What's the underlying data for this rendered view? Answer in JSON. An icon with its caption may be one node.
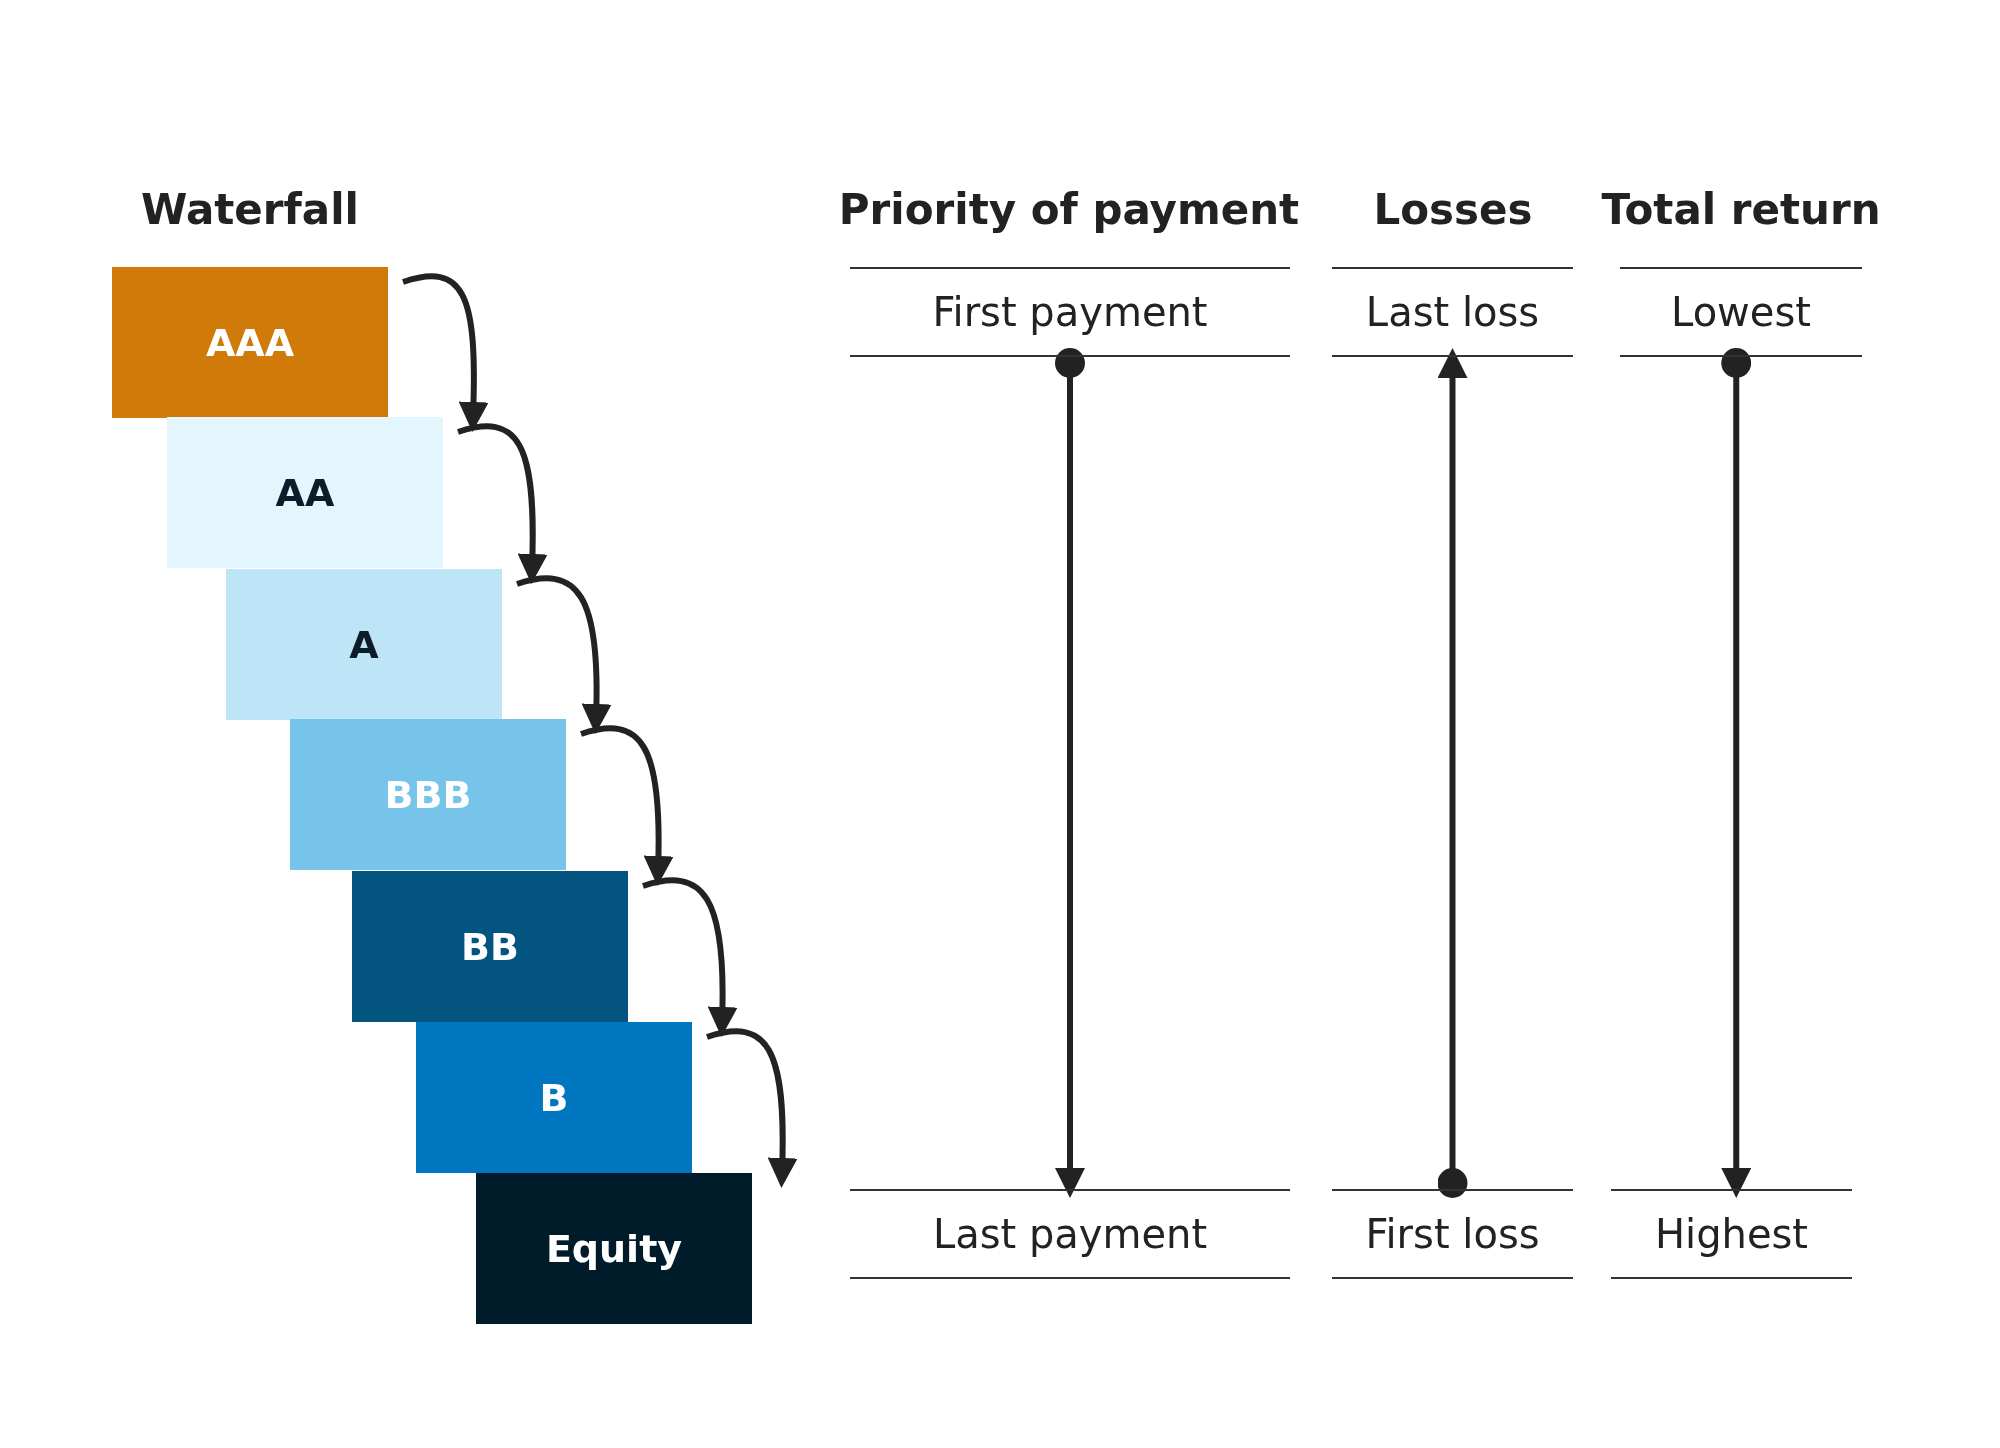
{
  "diagram": {
    "nodes": [
      {
        "text": [
          "AAA"
        ]
      },
      {
        "text": [
          "AA"
        ]
      },
      {
        "text": [
          "A"
        ]
      },
      {
        "text": [
          "BBB"
        ]
      },
      {
        "text": [
          "BB"
        ]
      },
      {
        "text": [
          "B"
        ]
      },
      {
        "text": [
          "Equity"
        ]
      },
      {
        "text": [
          "First payment"
        ]
      },
      {
        "text": [
          "Last payment"
        ]
      },
      {
        "text": [
          "Last loss"
        ]
      },
      {
        "text": [
          "First loss"
        ]
      },
      {
        "text": [
          "Lowest"
        ]
      },
      {
        "text": [
          "Highest"
        ]
      }
    ],
    "edges": [
      {
        "from": 0,
        "to": 1,
        "arrow": "to"
      },
      {
        "from": 1,
        "to": 2,
        "arrow": "to"
      },
      {
        "from": 2,
        "to": 3,
        "arrow": "to"
      },
      {
        "from": 3,
        "to": 4,
        "arrow": "to"
      },
      {
        "from": 4,
        "to": 5,
        "arrow": "to"
      },
      {
        "from": 5,
        "to": 6,
        "arrow": "to"
      },
      {
        "from": 7,
        "to": 8,
        "arrow": "to"
      },
      {
        "from": 10,
        "to": 9,
        "arrow": "to"
      },
      {
        "from": 11,
        "to": 12,
        "arrow": "to"
      }
    ],
    "labels": [
      "Waterfall",
      "Priority of payment",
      "Losses",
      "Total return"
    ]
  }
}
